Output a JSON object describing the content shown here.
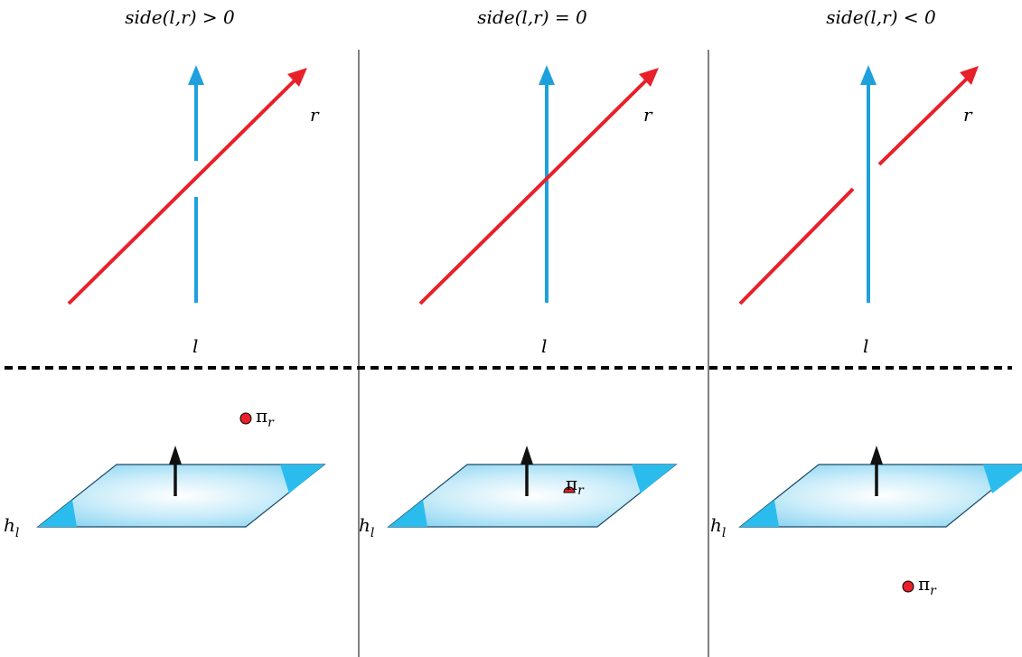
{
  "panels": [
    {
      "title": "side(l,r) > 0",
      "line_label_l": "l",
      "line_label_r": "r",
      "plane_label": "h",
      "plane_sub": "l",
      "point_label": "π",
      "point_sub": "r"
    },
    {
      "title": "side(l,r) = 0",
      "line_label_l": "l",
      "line_label_r": "r",
      "plane_label": "h",
      "plane_sub": "l",
      "point_label": "π",
      "point_sub": "r"
    },
    {
      "title": "side(l,r) < 0",
      "line_label_l": "l",
      "line_label_r": "r",
      "plane_label": "h",
      "plane_sub": "l",
      "point_label": "π",
      "point_sub": "r"
    }
  ],
  "colors": {
    "line_l": "#1ea0dc",
    "line_r": "#e8202a",
    "plane_light": "#eaf7fd",
    "plane_dark": "#2bbcee",
    "point": "#e8202a",
    "normal_arrow": "#111111",
    "divider": "#000000"
  }
}
